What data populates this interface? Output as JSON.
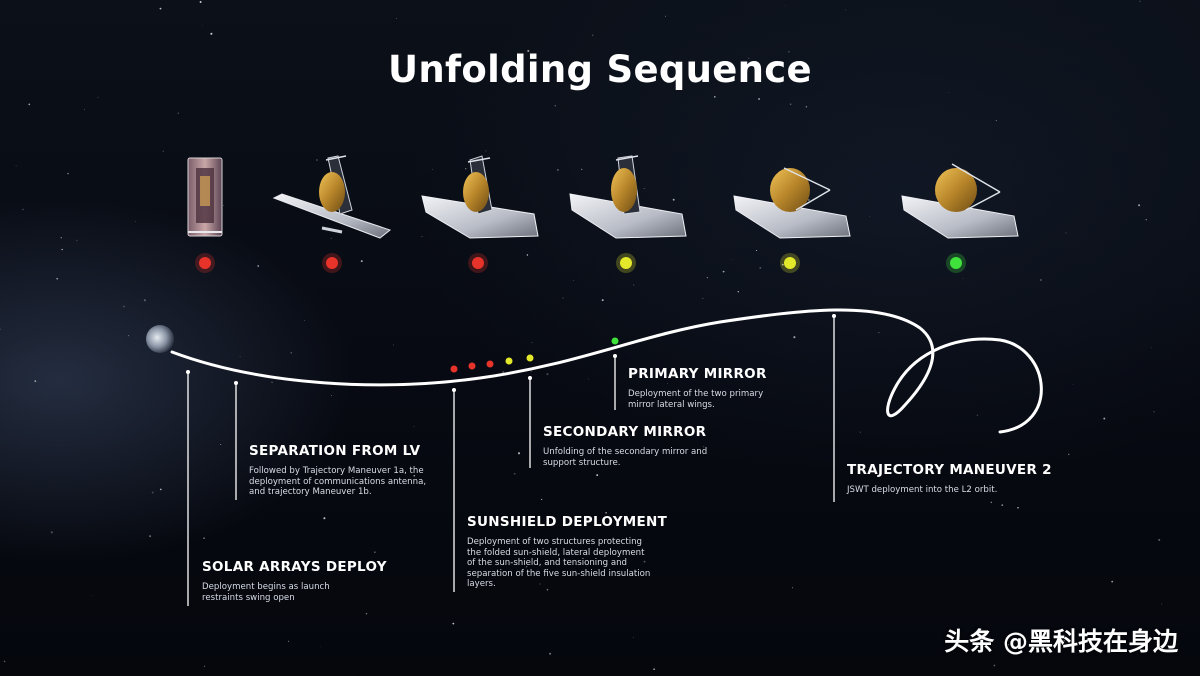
{
  "title": "Unfolding Sequence",
  "stages": [
    {
      "name": "stowed",
      "status": "red"
    },
    {
      "name": "solar-arrays",
      "status": "red"
    },
    {
      "name": "sunshield",
      "status": "red"
    },
    {
      "name": "secondary-mirror",
      "status": "yellow"
    },
    {
      "name": "primary-mirror",
      "status": "yellow"
    },
    {
      "name": "complete",
      "status": "green"
    }
  ],
  "status_colors": {
    "red": "#e8332a",
    "yellow": "#e4e82a",
    "green": "#3fe23a"
  },
  "steps": [
    {
      "title": "SOLAR ARRAYS DEPLOY",
      "desc": "Deployment begins as launch restraints swing open"
    },
    {
      "title": "SEPARATION FROM LV",
      "desc": "Followed by Trajectory Maneuver 1a, the deployment of communications antenna, and trajectory Maneuver 1b."
    },
    {
      "title": "SUNSHIELD DEPLOYMENT",
      "desc": "Deployment of two structures protecting the folded sun-shield, lateral deployment of the sun-shield, and tensioning and separation of the five sun-shield insulation layers."
    },
    {
      "title": "SECONDARY MIRROR",
      "desc": "Unfolding of the secondary mirror and support structure."
    },
    {
      "title": "PRIMARY MIRROR",
      "desc": "Deployment of the two primary mirror lateral wings."
    },
    {
      "title": "TRAJECTORY MANEUVER 2",
      "desc": "JSWT deployment into the L2 orbit."
    }
  ],
  "trajectory_dots": [
    "red",
    "red",
    "red",
    "yellow",
    "yellow",
    "green"
  ],
  "watermark": "头条 @黑科技在身边"
}
